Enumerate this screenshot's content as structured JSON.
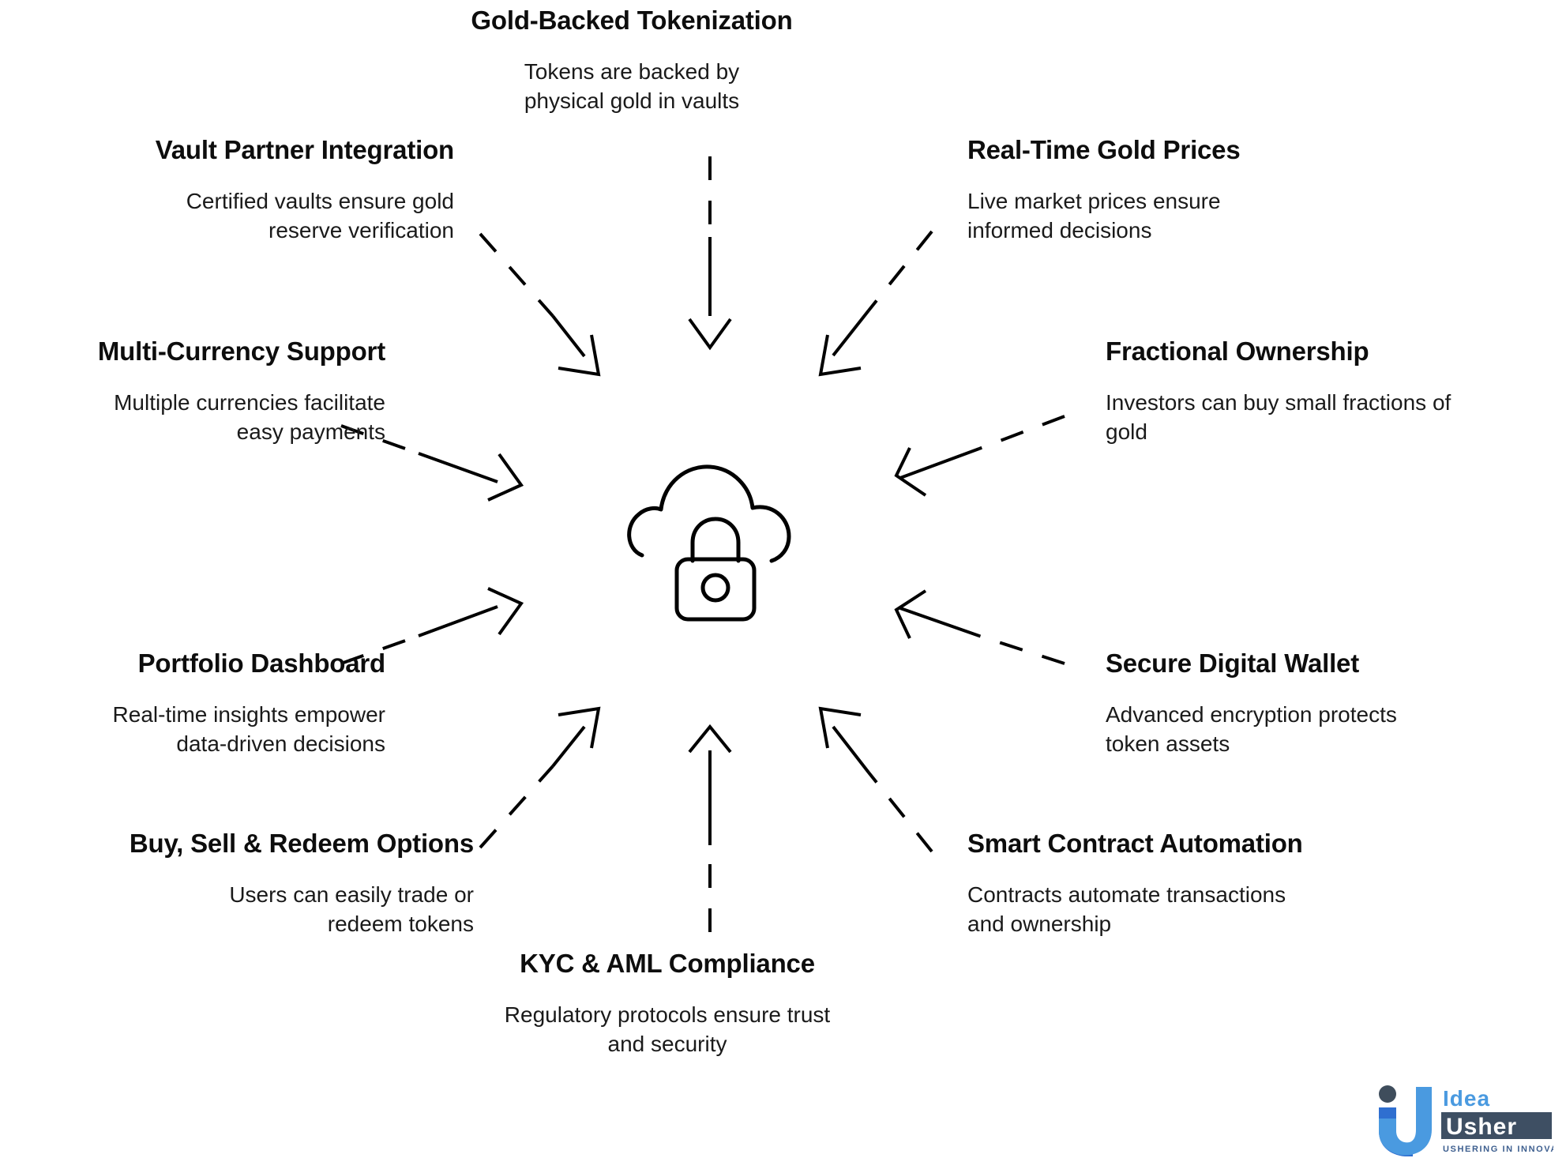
{
  "diagram": {
    "center": {
      "icon": "cloud-lock-icon",
      "alt": "cloud with padlock"
    },
    "nodes": [
      {
        "id": "gold-backed-tokenization",
        "title": "Gold-Backed Tokenization",
        "desc_lines": [
          "Tokens are backed by",
          "physical gold in vaults"
        ],
        "align": "center"
      },
      {
        "id": "vault-partner-integration",
        "title": "Vault Partner Integration",
        "desc_lines": [
          "Certified vaults ensure gold",
          "reserve verification"
        ],
        "align": "right"
      },
      {
        "id": "real-time-gold-prices",
        "title": "Real-Time Gold Prices",
        "desc_lines": [
          "Live market prices ensure",
          "informed decisions"
        ],
        "align": "left"
      },
      {
        "id": "multi-currency-support",
        "title": "Multi-Currency Support",
        "desc_lines": [
          "Multiple currencies facilitate",
          "easy payments"
        ],
        "align": "right"
      },
      {
        "id": "fractional-ownership",
        "title": "Fractional Ownership",
        "desc_lines": [
          "Investors can buy small fractions of",
          "gold"
        ],
        "align": "left"
      },
      {
        "id": "portfolio-dashboard",
        "title": "Portfolio Dashboard",
        "desc_lines": [
          "Real-time insights empower",
          "data-driven decisions"
        ],
        "align": "right"
      },
      {
        "id": "secure-digital-wallet",
        "title": "Secure Digital Wallet",
        "desc_lines": [
          "Advanced encryption protects",
          "token assets"
        ],
        "align": "left"
      },
      {
        "id": "buy-sell-redeem-options",
        "title": "Buy, Sell & Redeem Options",
        "desc_lines": [
          "Users can easily trade or",
          "redeem tokens"
        ],
        "align": "right"
      },
      {
        "id": "smart-contract-automation",
        "title": "Smart Contract Automation",
        "desc_lines": [
          "Contracts automate transactions",
          "and ownership"
        ],
        "align": "left"
      },
      {
        "id": "kyc-aml-compliance",
        "title": "KYC & AML Compliance",
        "desc_lines": [
          "Regulatory protocols ensure trust",
          "and security"
        ],
        "align": "center"
      }
    ],
    "stroke_color": "#000000"
  },
  "logo": {
    "mark": "iu-monogram-icon",
    "word_top": "Idea",
    "word_bottom": "Usher",
    "tagline": "USHERING IN INNOVATION",
    "colors": {
      "light_blue": "#4a9ae0",
      "deep_blue": "#2f6fd0",
      "slate": "#3e4f63",
      "dot": "#3f4d5c"
    }
  }
}
